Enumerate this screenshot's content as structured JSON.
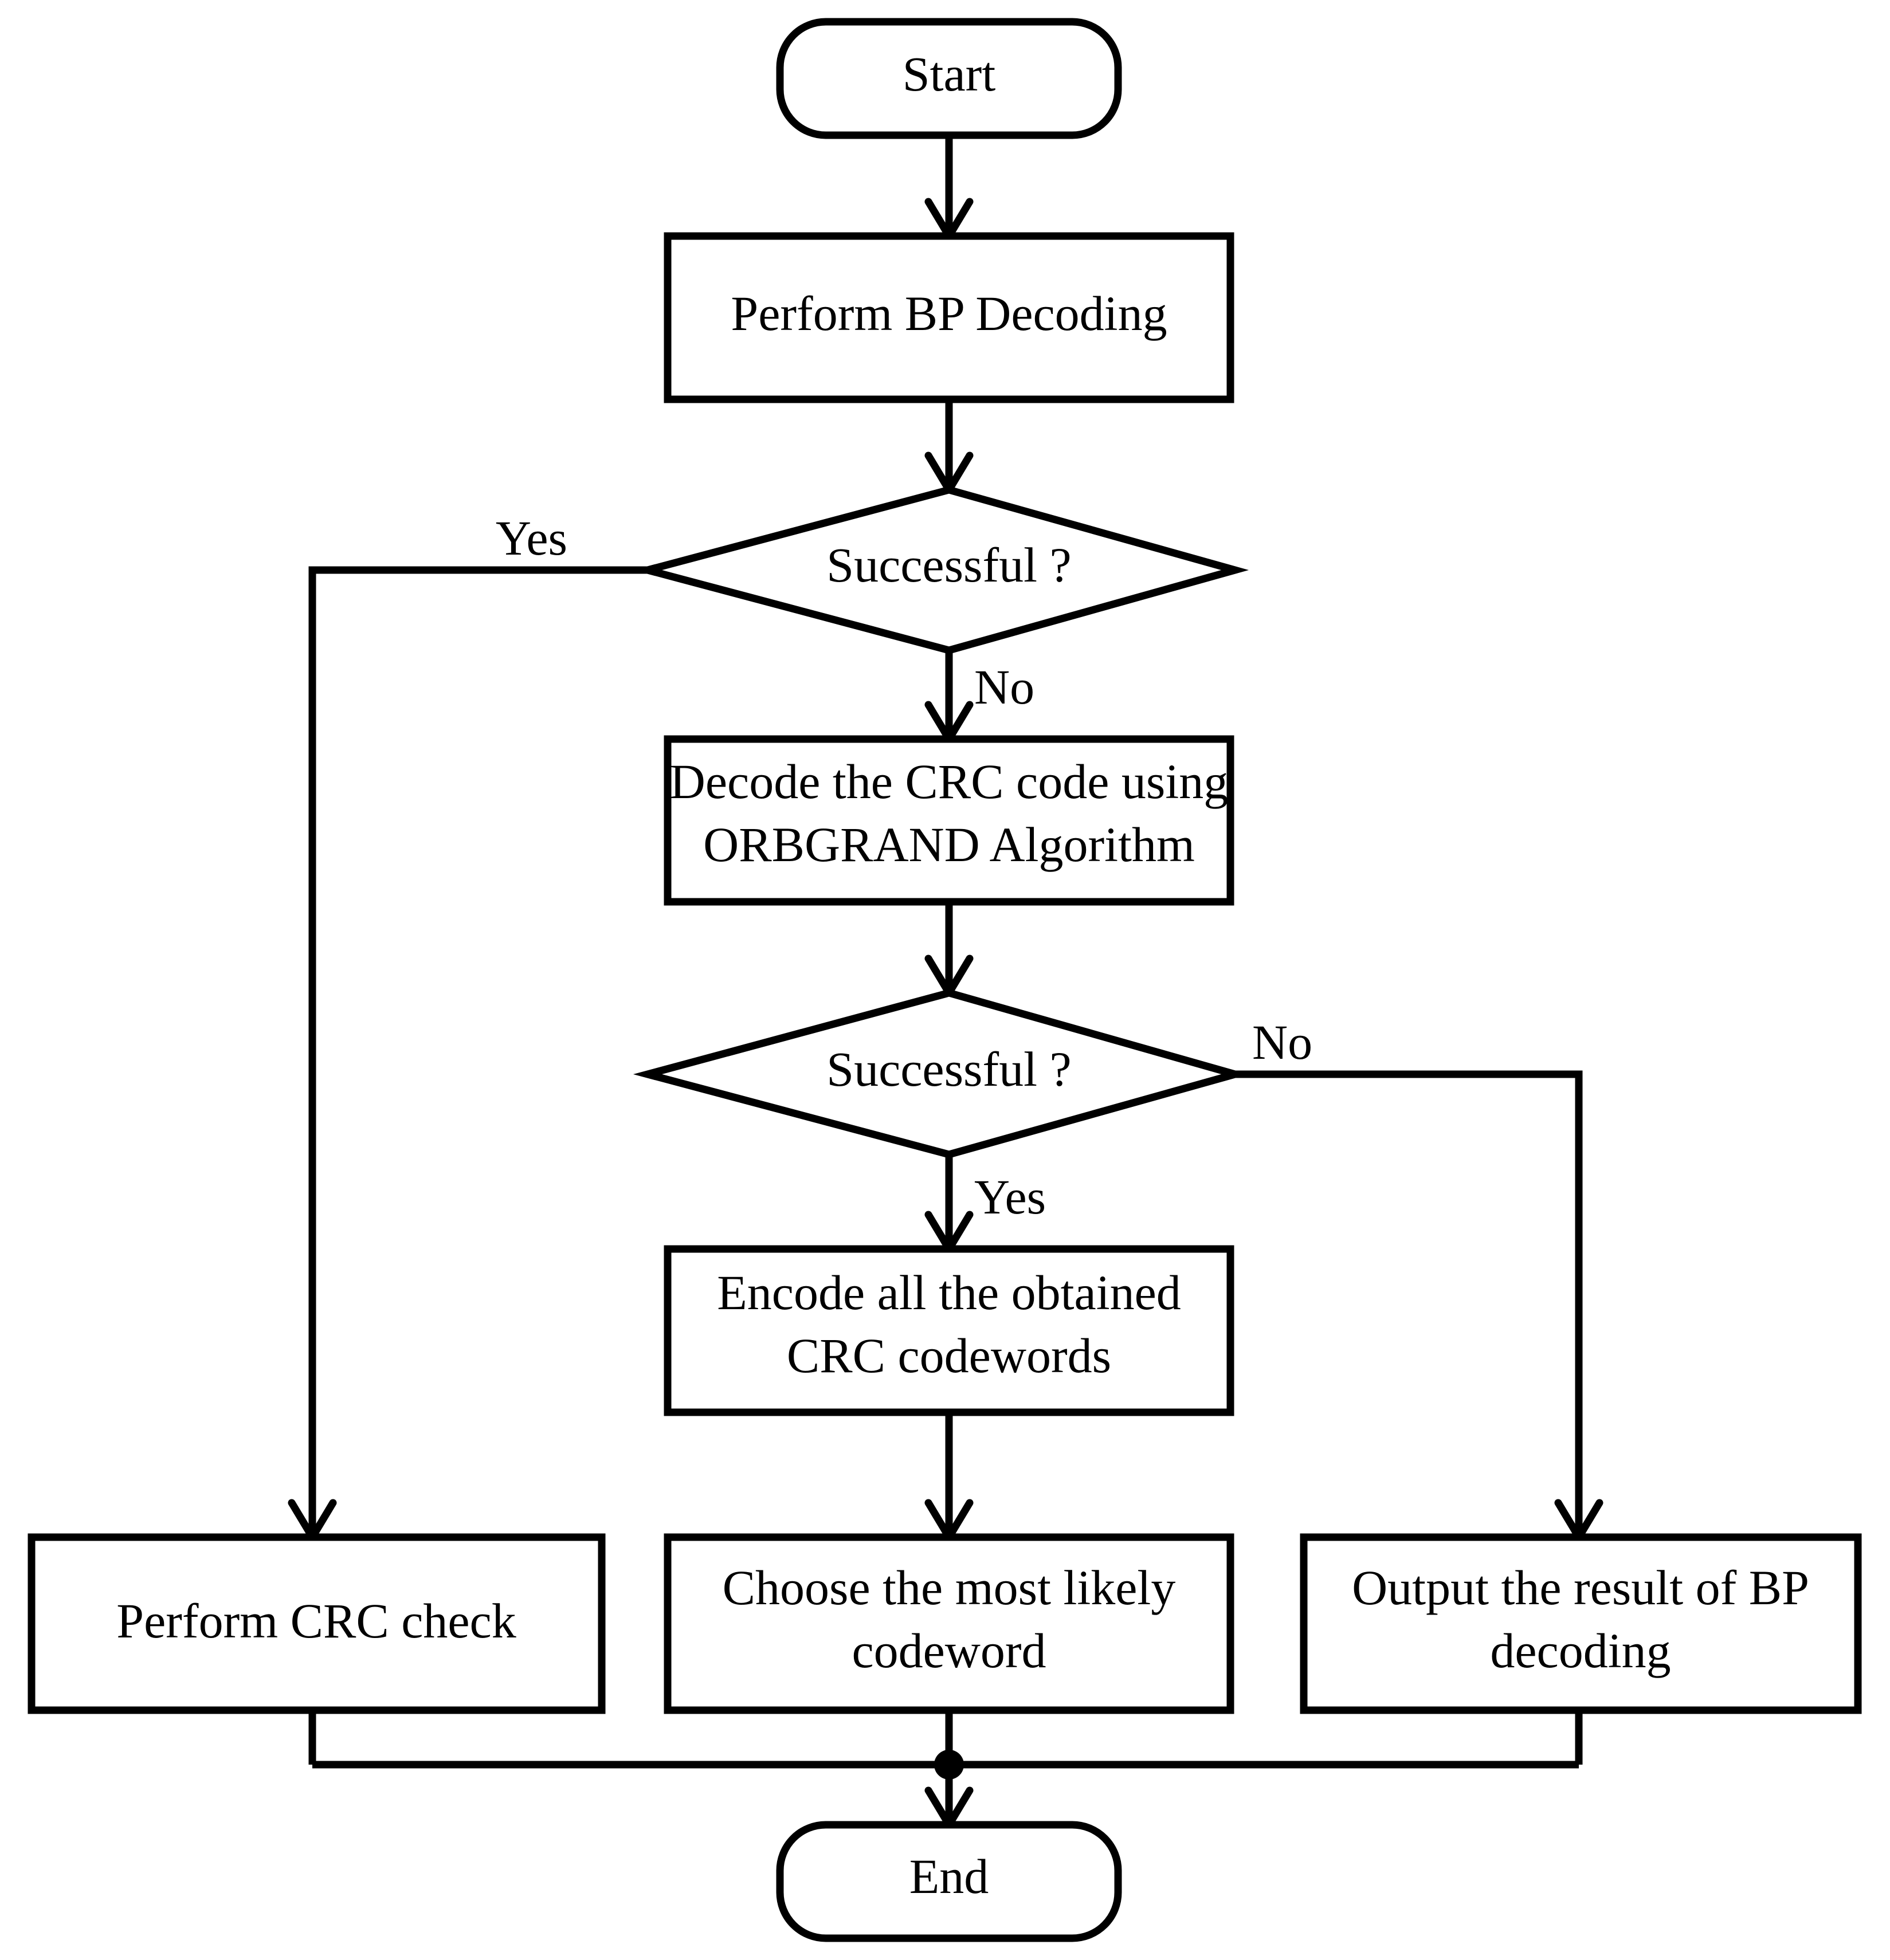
{
  "diagram": {
    "type": "flowchart",
    "title": "BP decoding with ORBGRAND-assisted CRC decoding flowchart",
    "background_color": "#FFFFFF",
    "line_color": "#000000",
    "nodes": [
      {
        "id": "start",
        "shape": "rounded-terminal",
        "label": "Start"
      },
      {
        "id": "bp_decode",
        "shape": "process",
        "label": "Perform BP Decoding"
      },
      {
        "id": "decision1",
        "shape": "decision",
        "label": "Successful ?"
      },
      {
        "id": "orbgrand",
        "shape": "process",
        "label_line1": "Decode the CRC code using",
        "label_line2": "ORBGRAND Algorithm"
      },
      {
        "id": "decision2",
        "shape": "decision",
        "label": "Successful ?"
      },
      {
        "id": "encode",
        "shape": "process",
        "label_line1": "Encode all the obtained",
        "label_line2": "CRC codewords"
      },
      {
        "id": "crc_check",
        "shape": "process",
        "label": "Perform CRC check"
      },
      {
        "id": "choose",
        "shape": "process",
        "label_line1": "Choose the most likely",
        "label_line2": "codeword"
      },
      {
        "id": "output_bp",
        "shape": "process",
        "label_line1": "Output the result of BP",
        "label_line2": "decoding"
      },
      {
        "id": "end",
        "shape": "rounded-terminal",
        "label": "End"
      }
    ],
    "edge_labels": {
      "d1_yes": "Yes",
      "d1_no": "No",
      "d2_no": "No",
      "d2_yes": "Yes"
    },
    "edges": [
      {
        "from": "start",
        "to": "bp_decode",
        "label": ""
      },
      {
        "from": "bp_decode",
        "to": "decision1",
        "label": ""
      },
      {
        "from": "decision1",
        "to": "crc_check",
        "label": "Yes"
      },
      {
        "from": "decision1",
        "to": "orbgrand",
        "label": "No"
      },
      {
        "from": "orbgrand",
        "to": "decision2",
        "label": ""
      },
      {
        "from": "decision2",
        "to": "output_bp",
        "label": "No"
      },
      {
        "from": "decision2",
        "to": "encode",
        "label": "Yes"
      },
      {
        "from": "encode",
        "to": "choose",
        "label": ""
      },
      {
        "from": "crc_check",
        "to": "end",
        "label": ""
      },
      {
        "from": "choose",
        "to": "end",
        "label": ""
      },
      {
        "from": "output_bp",
        "to": "end",
        "label": ""
      }
    ]
  }
}
